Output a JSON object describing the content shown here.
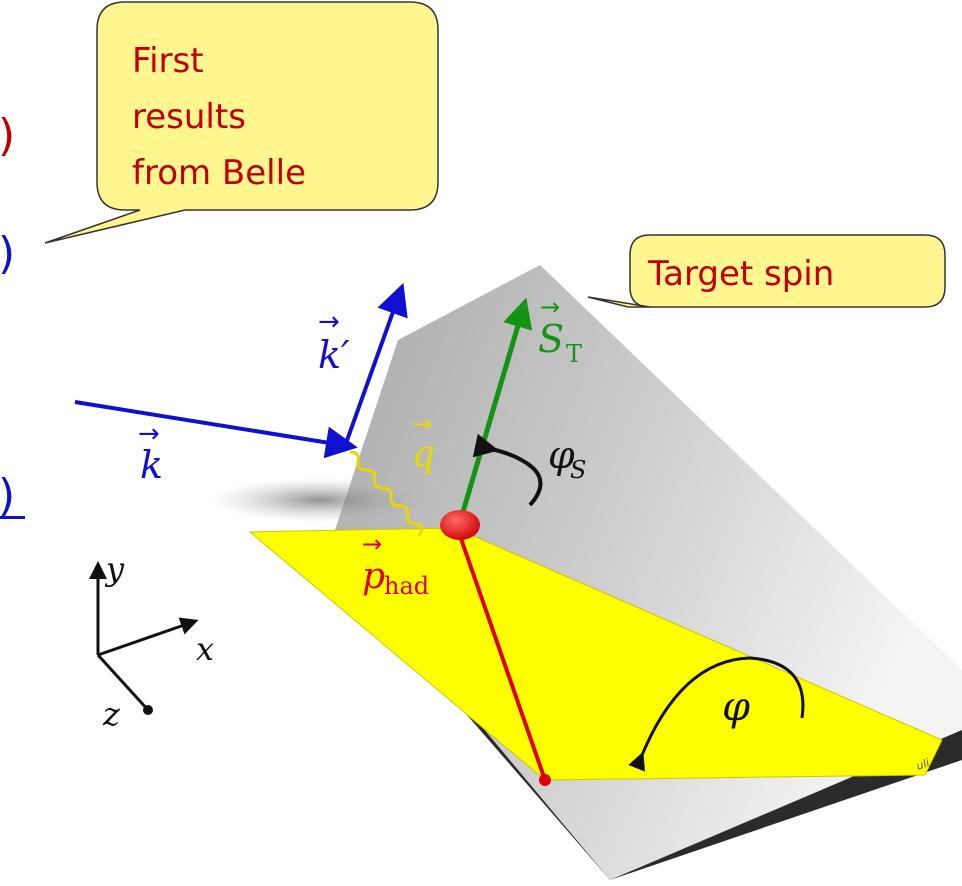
{
  "callouts": {
    "belle": {
      "lines": [
        "First",
        "results",
        "from  Belle"
      ]
    },
    "spin": {
      "text": "Target spin"
    }
  },
  "left_fragments": {
    "top": ")",
    "middle": ")",
    "bottom": ")"
  },
  "vector_labels": {
    "k": "k",
    "k_prime": "k′",
    "q": "q",
    "S": "S",
    "S_sub": "T",
    "phi_S": "φ",
    "phi_S_sub": "S",
    "p": "p",
    "p_sub": "had",
    "phi": "φ"
  },
  "axes": {
    "x": "x",
    "y": "y",
    "z": "z"
  },
  "watermark": "uli",
  "colors": {
    "callout_fill": "#fff68f",
    "callout_text": "#c00000",
    "beam": "#1010d0",
    "photon": "#e8d800",
    "spin": "#139413",
    "hadron": "#e00000",
    "hadron_plane": "#ffff00",
    "lepton_plane": "#c8c8c8"
  }
}
